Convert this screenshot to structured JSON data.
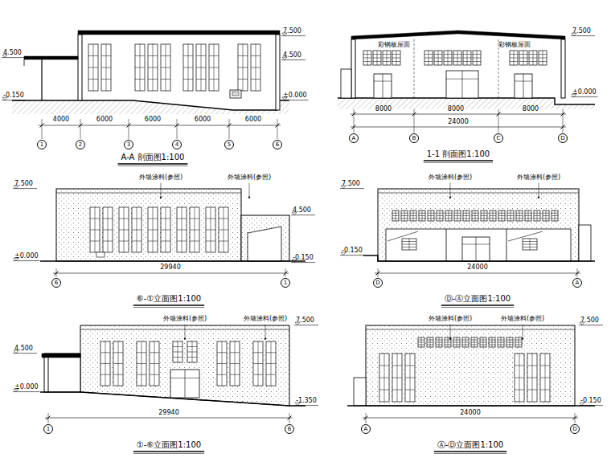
{
  "diagram": {
    "nodes": [
      {
        "text": [
          "1"
        ]
      },
      {
        "text": [
          "2"
        ]
      },
      {
        "text": [
          "3"
        ]
      },
      {
        "text": [
          "4"
        ]
      },
      {
        "text": [
          "5"
        ]
      },
      {
        "text": [
          "6"
        ]
      },
      {
        "text": [
          "A"
        ]
      },
      {
        "text": [
          "B"
        ]
      },
      {
        "text": [
          "C"
        ]
      },
      {
        "text": [
          "D"
        ]
      },
      {
        "text": [
          "6"
        ]
      },
      {
        "text": [
          "1"
        ]
      },
      {
        "text": [
          "D"
        ]
      },
      {
        "text": [
          "A"
        ]
      },
      {
        "text": [
          "1"
        ]
      },
      {
        "text": [
          "6"
        ]
      },
      {
        "text": [
          "A"
        ]
      },
      {
        "text": [
          "D"
        ]
      }
    ],
    "labels": [
      "A-A 剖面图1:100",
      "4000",
      "6000",
      "6000",
      "6000",
      "6000",
      "7.500",
      "4.500",
      "±0.000",
      "4.500",
      "-0.150",
      "1-1 剖面图1:100",
      "8000",
      "8000",
      "8000",
      "24000",
      "7.500",
      "±0.000",
      "彩钢板屋面",
      "彩钢板屋面",
      "⑥-①立面图1:100",
      "外墙涂料(参照)",
      "外墙涂料(参照)",
      "7.500",
      "±0.000",
      "4.500",
      "-0.150",
      "29940",
      "Ⓓ-Ⓐ立面图1:100",
      "外墙涂料(参照)",
      "外墙涂料(参照)",
      "7.500",
      "-0.150",
      "24000",
      "①-⑥立面图1:100",
      "外墙涂料(参照)",
      "外墙涂料(参照)",
      "4.500",
      "±0.000",
      "7.500",
      "-1.350",
      "29940",
      "Ⓐ-Ⓓ立面图1:100",
      "外墙涂料(参照)",
      "外墙涂料(参照)",
      "7.500",
      "-0.150",
      "24000"
    ]
  }
}
